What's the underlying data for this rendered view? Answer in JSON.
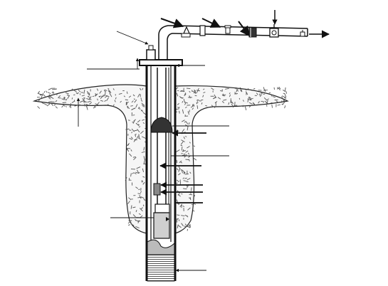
{
  "diagram": {
    "labels": [],
    "colors": {
      "ink": "#111111",
      "paper": "#ffffff",
      "soil_fill": "#f4f4f4",
      "motor": "#cfcfcf",
      "shading": "#555555"
    },
    "parts": [
      "ground-surface",
      "gravel-pack",
      "well-casing",
      "well-cap",
      "drop-pipe",
      "power-cable",
      "pitless-adapter",
      "check-valve",
      "submersible-pump",
      "pump-motor",
      "well-screen",
      "discharge-pipe",
      "pressure-relief-valve",
      "pressure-gauge",
      "gate-valve",
      "shutoff-valve",
      "flow-direction-arrow",
      "vent"
    ],
    "callout_count": 17,
    "flow_direction": "right"
  }
}
